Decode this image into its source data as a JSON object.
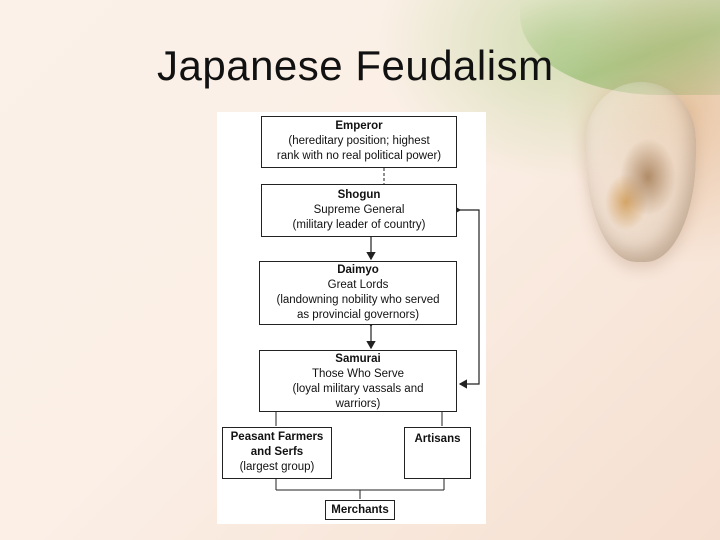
{
  "slide": {
    "title": "Japanese Feudalism"
  },
  "diagram": {
    "emperor": {
      "title": "Emperor",
      "lines": [
        "(hereditary position; highest",
        "rank with no real political power)"
      ]
    },
    "shogun": {
      "title": "Shogun",
      "lines": [
        "Supreme General",
        "(military leader of country)"
      ]
    },
    "daimyo": {
      "title": "Daimyo",
      "lines": [
        "Great Lords",
        "(landowning nobility who served",
        "as provincial governors)"
      ]
    },
    "samurai": {
      "title": "Samurai",
      "lines": [
        "Those Who Serve",
        "(loyal military vassals and",
        "warriors)"
      ]
    },
    "peasants": {
      "title_lines": [
        "Peasant Farmers",
        "and Serfs"
      ],
      "lines": [
        "(largest group)"
      ]
    },
    "artisans": {
      "title": "Artisans"
    },
    "merchants": {
      "title": "Merchants"
    }
  },
  "colors": {
    "line": "#222222",
    "panel": "#ffffff",
    "title": "#111111"
  }
}
